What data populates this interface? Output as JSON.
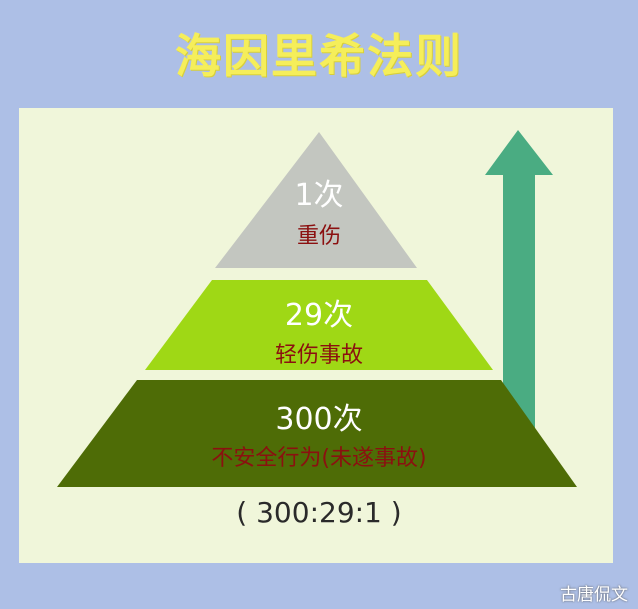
{
  "title": "海因里希法则",
  "pyramid": {
    "top": {
      "count": "1次",
      "desc": "重伤",
      "color": "#c3c6c0"
    },
    "middle": {
      "count": "29次",
      "desc": "轻伤事故",
      "color": "#9fd815"
    },
    "bottom": {
      "count": "300次",
      "desc": "不安全行为(未遂事故)",
      "color": "#4e6c06"
    }
  },
  "ratio": "( 300:29:1 )",
  "arrow_color": "#4aac82",
  "watermark": "古唐侃文"
}
